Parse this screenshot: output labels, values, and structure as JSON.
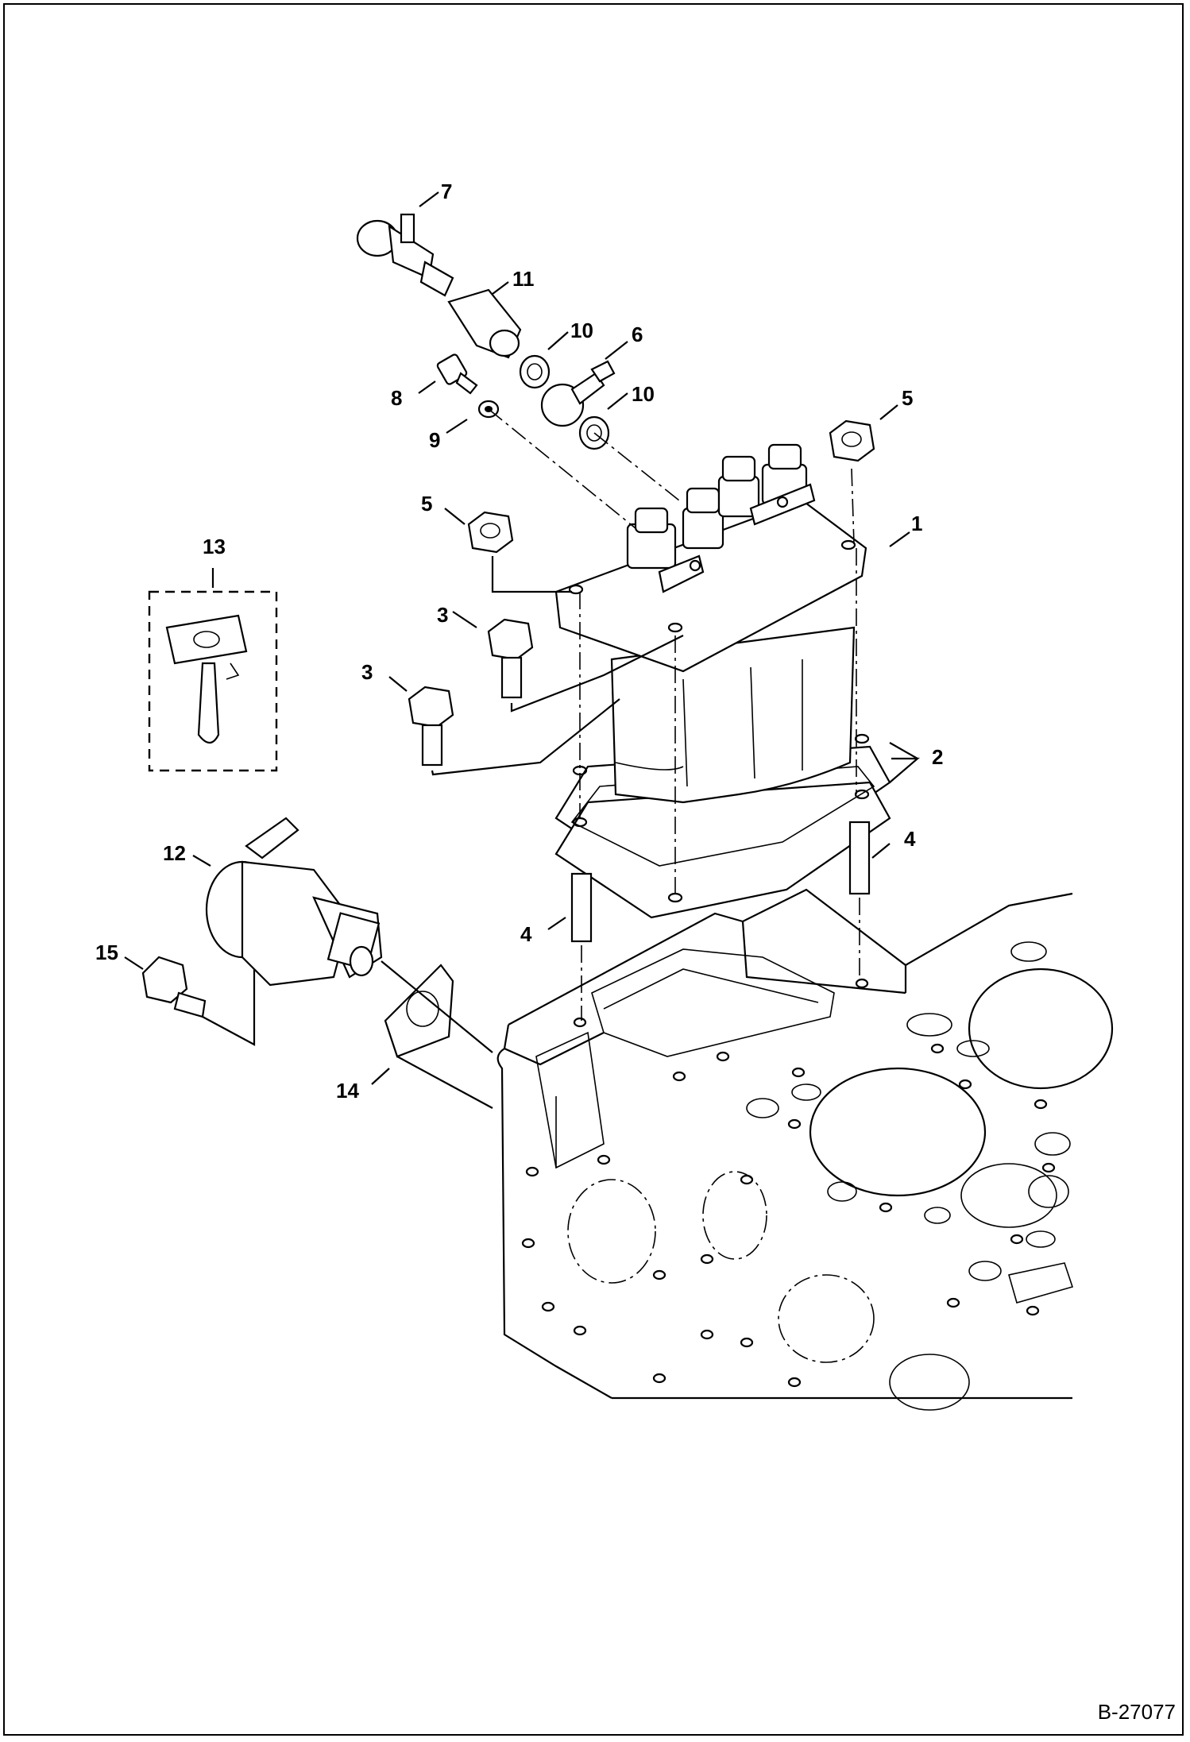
{
  "diagram": {
    "drawing_id": "B-27077",
    "callouts": [
      {
        "id": "callout-1",
        "text": "1"
      },
      {
        "id": "callout-2",
        "text": "2"
      },
      {
        "id": "callout-3a",
        "text": "3"
      },
      {
        "id": "callout-3b",
        "text": "3"
      },
      {
        "id": "callout-4a",
        "text": "4"
      },
      {
        "id": "callout-4b",
        "text": "4"
      },
      {
        "id": "callout-5a",
        "text": "5"
      },
      {
        "id": "callout-5b",
        "text": "5"
      },
      {
        "id": "callout-6",
        "text": "6"
      },
      {
        "id": "callout-7",
        "text": "7"
      },
      {
        "id": "callout-8",
        "text": "8"
      },
      {
        "id": "callout-9",
        "text": "9"
      },
      {
        "id": "callout-10a",
        "text": "10"
      },
      {
        "id": "callout-10b",
        "text": "10"
      },
      {
        "id": "callout-11",
        "text": "11"
      },
      {
        "id": "callout-12",
        "text": "12"
      },
      {
        "id": "callout-13",
        "text": "13"
      },
      {
        "id": "callout-14",
        "text": "14"
      },
      {
        "id": "callout-15",
        "text": "15"
      }
    ]
  }
}
